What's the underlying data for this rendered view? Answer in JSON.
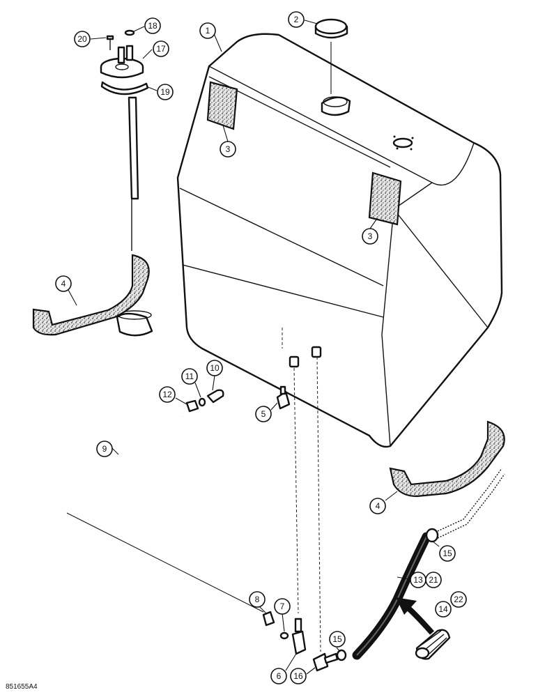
{
  "figure_code": "851655A4",
  "callouts": [
    {
      "id": "c1",
      "label": "1"
    },
    {
      "id": "c2",
      "label": "2"
    },
    {
      "id": "c3a",
      "label": "3"
    },
    {
      "id": "c3b",
      "label": "3"
    },
    {
      "id": "c4a",
      "label": "4"
    },
    {
      "id": "c4b",
      "label": "4"
    },
    {
      "id": "c5",
      "label": "5"
    },
    {
      "id": "c6",
      "label": "6"
    },
    {
      "id": "c7",
      "label": "7"
    },
    {
      "id": "c8",
      "label": "8"
    },
    {
      "id": "c9",
      "label": "9"
    },
    {
      "id": "c10",
      "label": "10"
    },
    {
      "id": "c11",
      "label": "11"
    },
    {
      "id": "c12",
      "label": "12"
    },
    {
      "id": "c13",
      "label": "13"
    },
    {
      "id": "c21",
      "label": "21"
    },
    {
      "id": "c14",
      "label": "14"
    },
    {
      "id": "c22",
      "label": "22"
    },
    {
      "id": "c15a",
      "label": "15"
    },
    {
      "id": "c15b",
      "label": "15"
    },
    {
      "id": "c16",
      "label": "16"
    },
    {
      "id": "c17",
      "label": "17"
    },
    {
      "id": "c18",
      "label": "18"
    },
    {
      "id": "c19",
      "label": "19"
    },
    {
      "id": "c20",
      "label": "20"
    }
  ]
}
